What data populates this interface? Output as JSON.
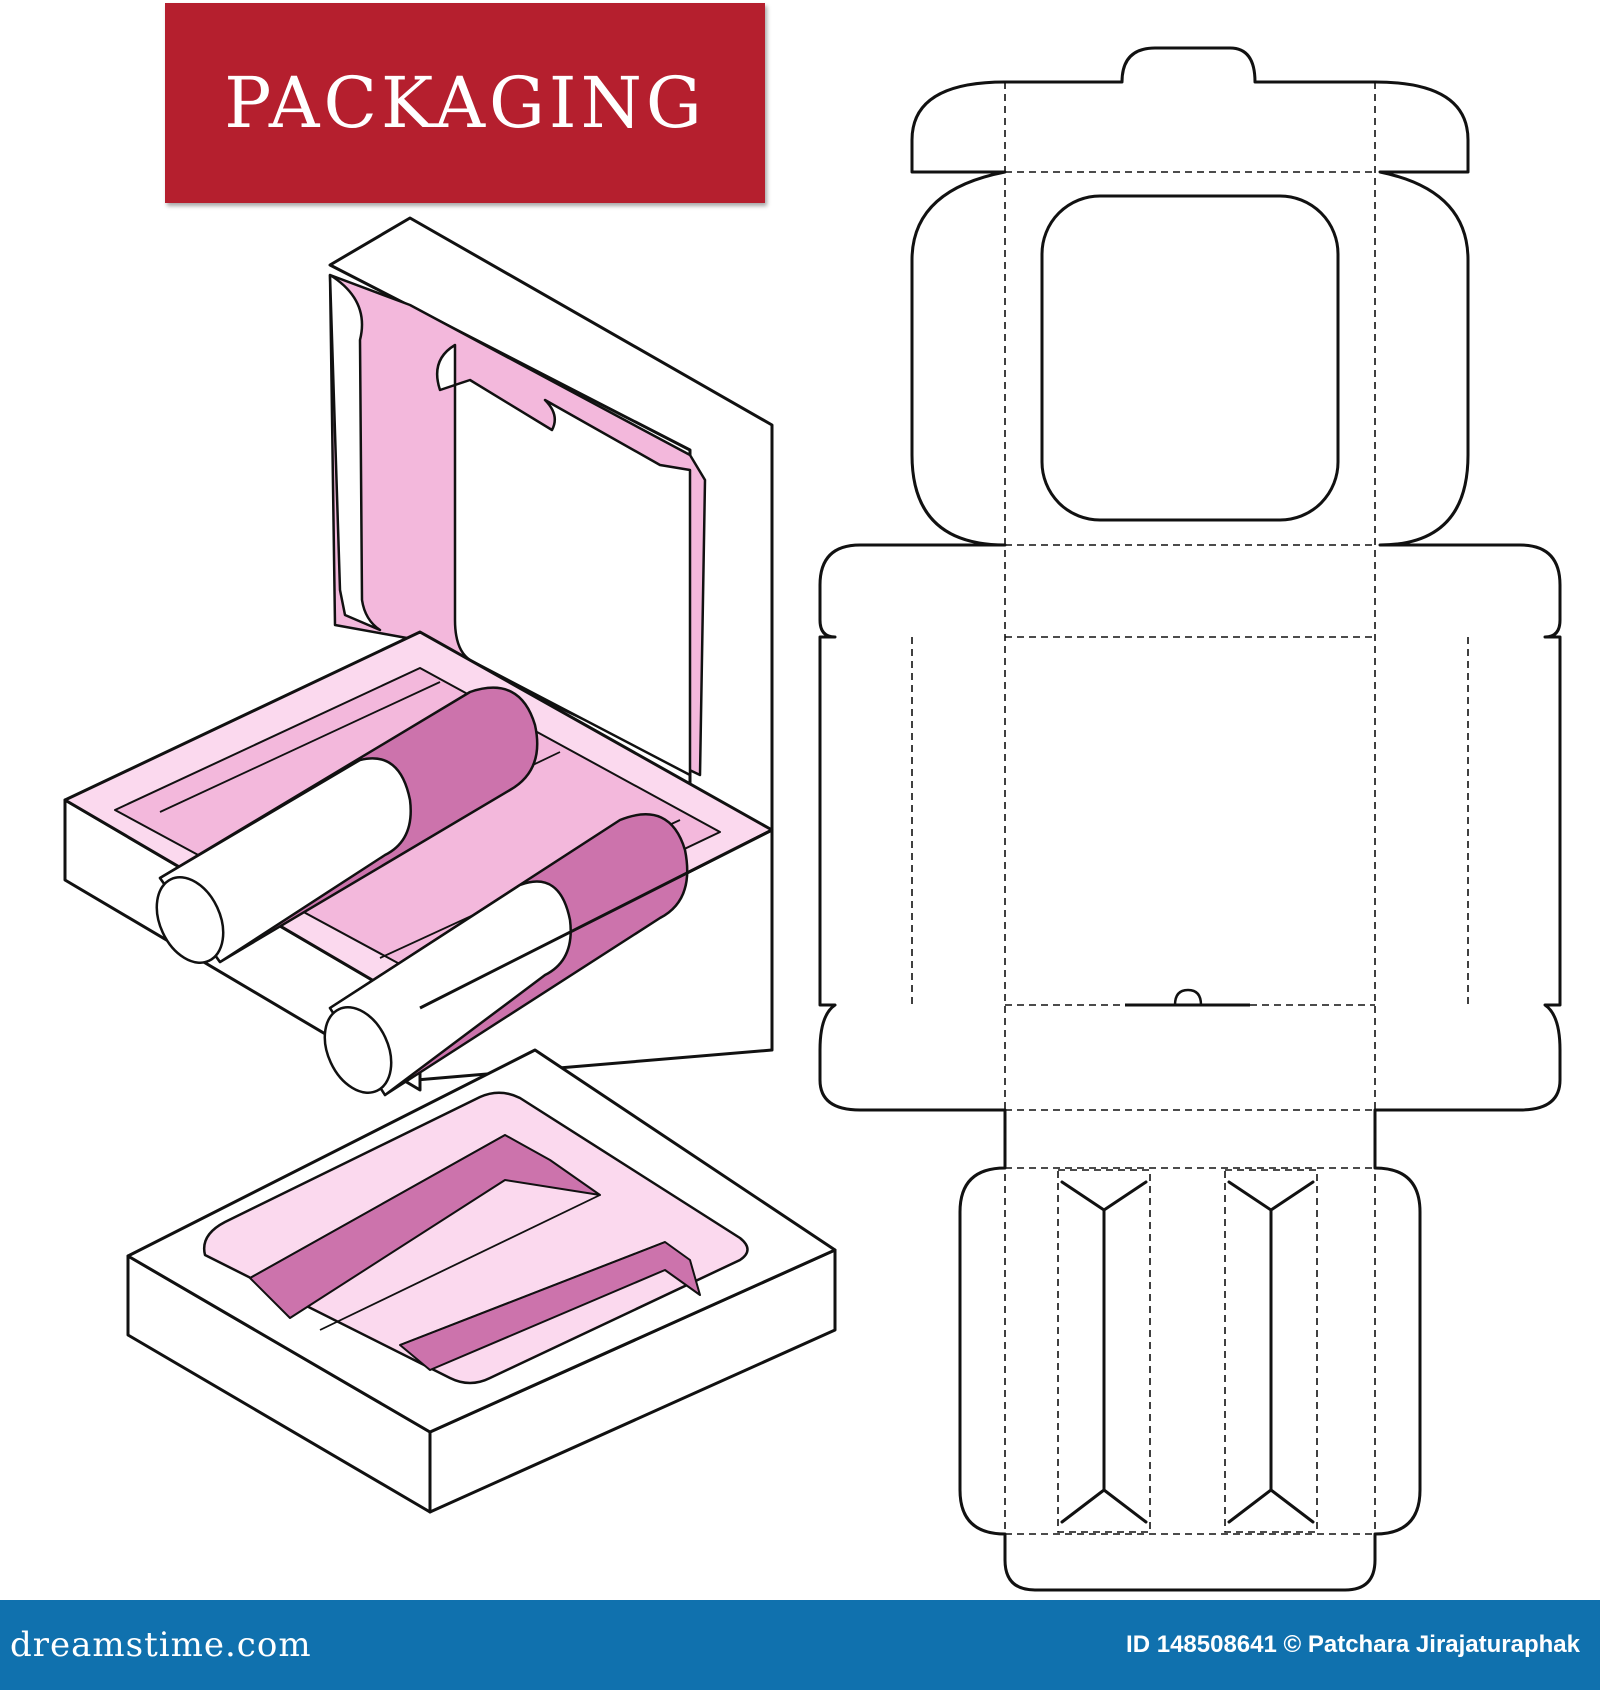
{
  "header": {
    "title": "PACKAGING"
  },
  "footer": {
    "logo": "dreamstime.com",
    "credit": "ID 148508641 © Patchara Jirajaturaphak"
  },
  "colors": {
    "banner": "#b51f2e",
    "footer": "#1071ae",
    "pink_light": "#fbd9ee",
    "pink_mid": "#f3b8dc",
    "pink_dark": "#cc73ac",
    "line": "#111111"
  }
}
